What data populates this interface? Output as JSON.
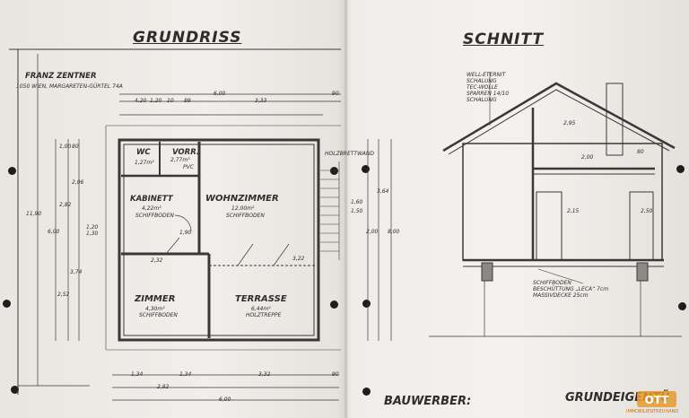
{
  "left_sheet": {
    "title": "GRUNDRISS",
    "owner_name": "FRANZ ZENTNER",
    "owner_address": "1050 WIEN, MARGARETEN-GÜRTEL 74A",
    "rooms": {
      "wc": {
        "name": "WC",
        "area": "1,27m²"
      },
      "vorr": {
        "name": "VORR.",
        "area": "2,77m²",
        "floor": "PVC"
      },
      "kabinett": {
        "name": "KABINETT",
        "area": "4,22m²",
        "floor": "SCHIFFBODEN"
      },
      "wohnzimmer": {
        "name": "WOHNZIMMER",
        "area": "12,00m²",
        "floor": "SCHIFFBODEN"
      },
      "zimmer": {
        "name": "ZIMMER",
        "area": "4,30m²",
        "floor": "SCHIFFBODEN"
      },
      "terrasse": {
        "name": "TERRASSE",
        "area": "6,44m²",
        "floor": "HOLZTREPPE"
      }
    },
    "notes": {
      "holzwand": "HOLZBRETTWAND"
    },
    "dims_top": [
      "4,20",
      "1,20",
      "10",
      "89",
      "6,00",
      "3,33",
      "90"
    ],
    "dims_bottom": [
      "1,34",
      "1,34",
      "3,32",
      "2,82",
      "90",
      "6,00"
    ],
    "dims_left": [
      "1,00",
      "80",
      "2,06",
      "2,82",
      "3,74",
      "2,52",
      "6,00",
      "11,90"
    ],
    "dims_right": [
      "1,60",
      "2,00",
      "3,64",
      "8,00",
      "1,50"
    ],
    "dims_inner": [
      "2,32",
      "3,22",
      "1,90",
      "1,20",
      "1,30"
    ]
  },
  "right_sheet": {
    "title": "SCHNITT",
    "roof_notes": [
      "WELL-ETERNIT",
      "SCHALUNG",
      "TEC-WOLLE",
      "SPARREN 14/10",
      "SCHALUNG"
    ],
    "floor_notes": [
      "SCHIFFBODEN",
      "BESCHÜTTUNG „LECA“ 7cm",
      "MASSIVDECKE 25cm"
    ],
    "dims": [
      "2,95",
      "2,15",
      "2,50",
      "2,00",
      "80"
    ],
    "bottom_label": "BAUWERBER:",
    "bottom_label_right": "GRUNDEIGENTÜ"
  },
  "watermark": {
    "text": "IMMOBILIENTREUHAND"
  }
}
